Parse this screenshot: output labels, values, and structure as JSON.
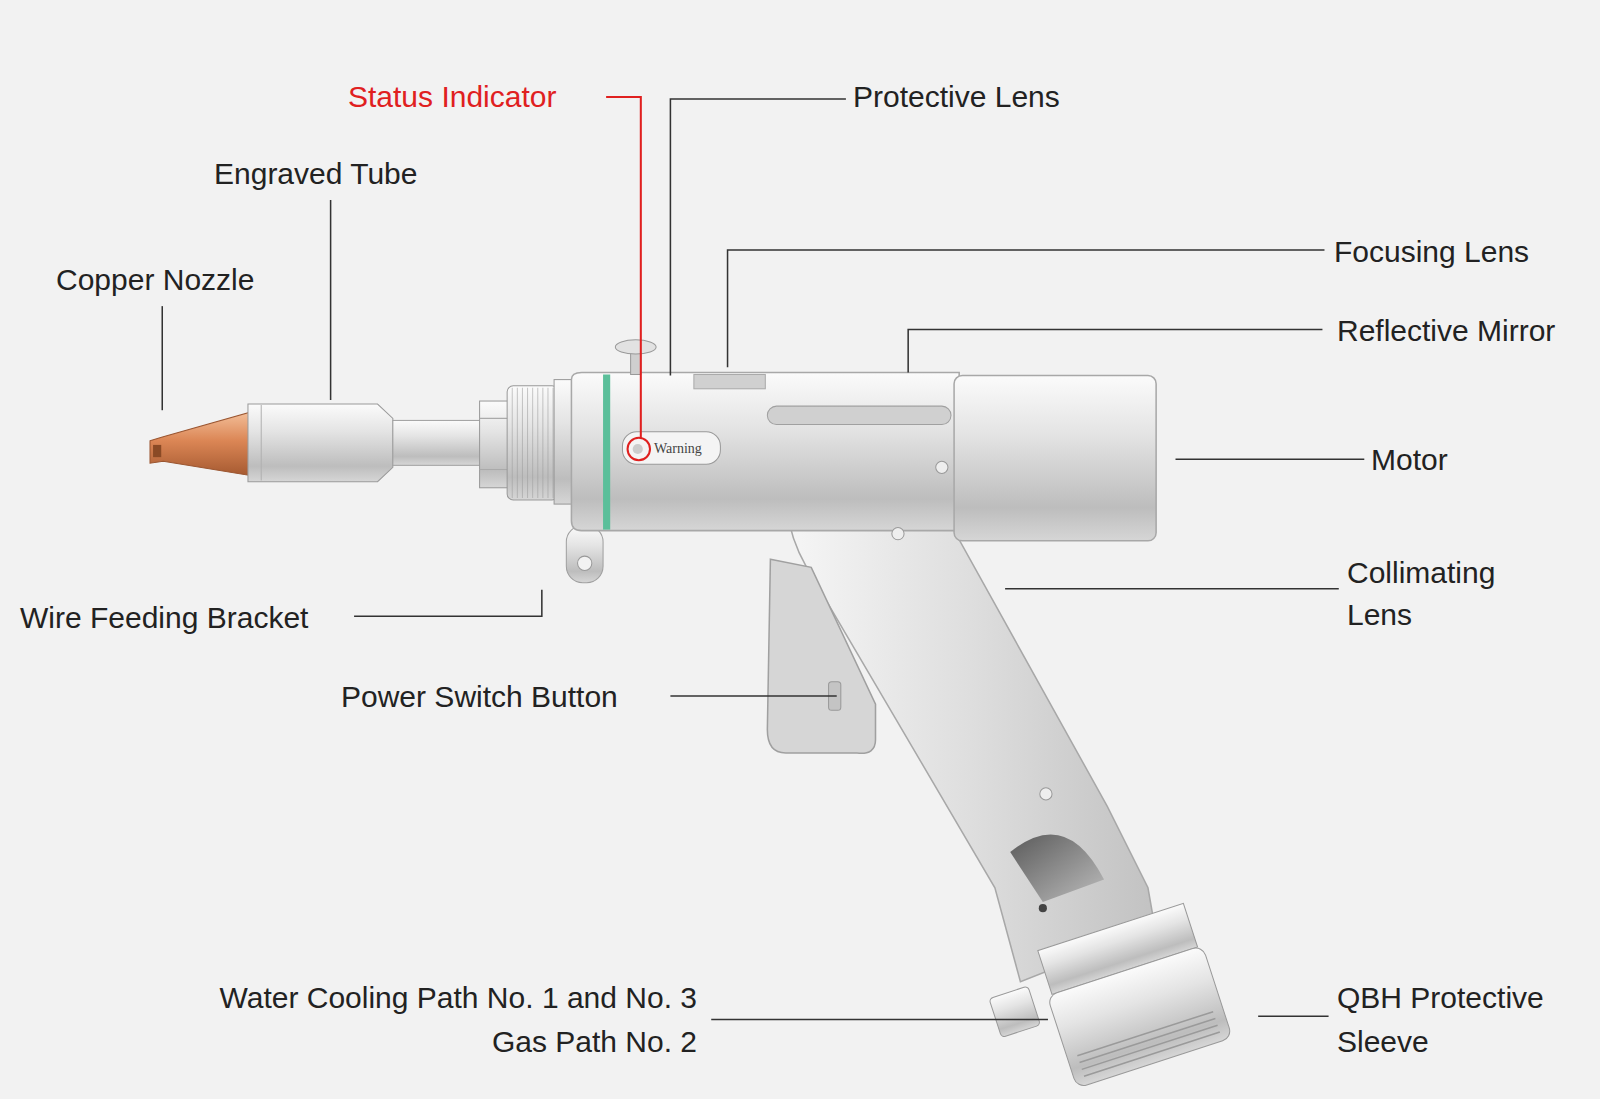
{
  "diagram": {
    "labels": [
      "Status Indicator",
      "Protective Lens",
      "Engraved Tube",
      "Copper Nozzle",
      "Focusing Lens",
      "Reflective Mirror",
      "Warning",
      "Motor",
      "Collimating Lens",
      "Wire Feeding Bracket",
      "Power Switch Button",
      "Water Cooling Path No. 1 and No. 3",
      "Gas Path No. 2",
      "QBH Protective Sleeve"
    ]
  }
}
